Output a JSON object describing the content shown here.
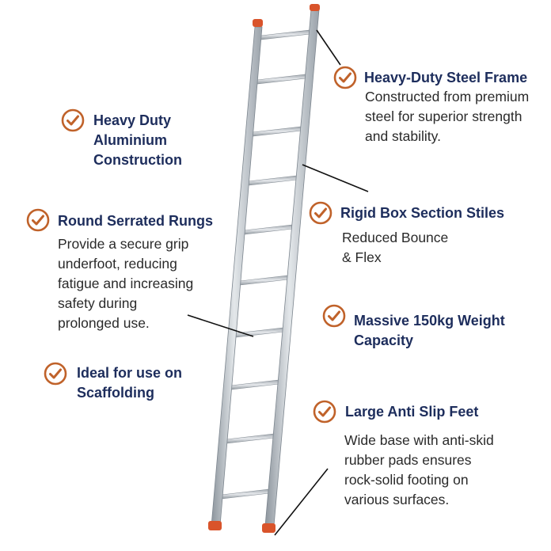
{
  "colors": {
    "check": "#c0622a",
    "title": "#1d2d5c",
    "body": "#2a2a2a",
    "ladder_rail": "#bcc3ca",
    "ladder_rail_edge": "#7d868f",
    "ladder_cap": "#d9542b"
  },
  "features": {
    "steel_frame": {
      "icon": "check-circle-icon",
      "title": [
        "Heavy-Duty Steel Frame"
      ],
      "desc": [
        "Constructed from premium",
        "steel for superior strength",
        "and stability."
      ]
    },
    "aluminium": {
      "icon": "check-circle-icon",
      "title": [
        "Heavy Duty",
        "Aluminium",
        "Construction"
      ]
    },
    "rungs": {
      "icon": "check-circle-icon",
      "title": [
        "Round Serrated Rungs"
      ],
      "desc": [
        "Provide a secure grip",
        "underfoot, reducing",
        "fatigue and increasing",
        "safety during",
        "prolonged use."
      ]
    },
    "stiles": {
      "icon": "check-circle-icon",
      "title": [
        "Rigid Box Section Stiles"
      ],
      "desc": [
        "Reduced Bounce",
        "& Flex"
      ]
    },
    "weight": {
      "icon": "check-circle-icon",
      "title": [
        "Massive 150kg Weight",
        "Capacity"
      ]
    },
    "scaffolding": {
      "icon": "check-circle-icon",
      "title": [
        "Ideal for use on",
        "Scaffolding"
      ]
    },
    "feet": {
      "icon": "check-circle-icon",
      "title": [
        "Large Anti Slip Feet"
      ],
      "desc": [
        "Wide base with anti-skid",
        "rubber pads ensures",
        "rock-solid footing on",
        "various surfaces."
      ]
    }
  }
}
